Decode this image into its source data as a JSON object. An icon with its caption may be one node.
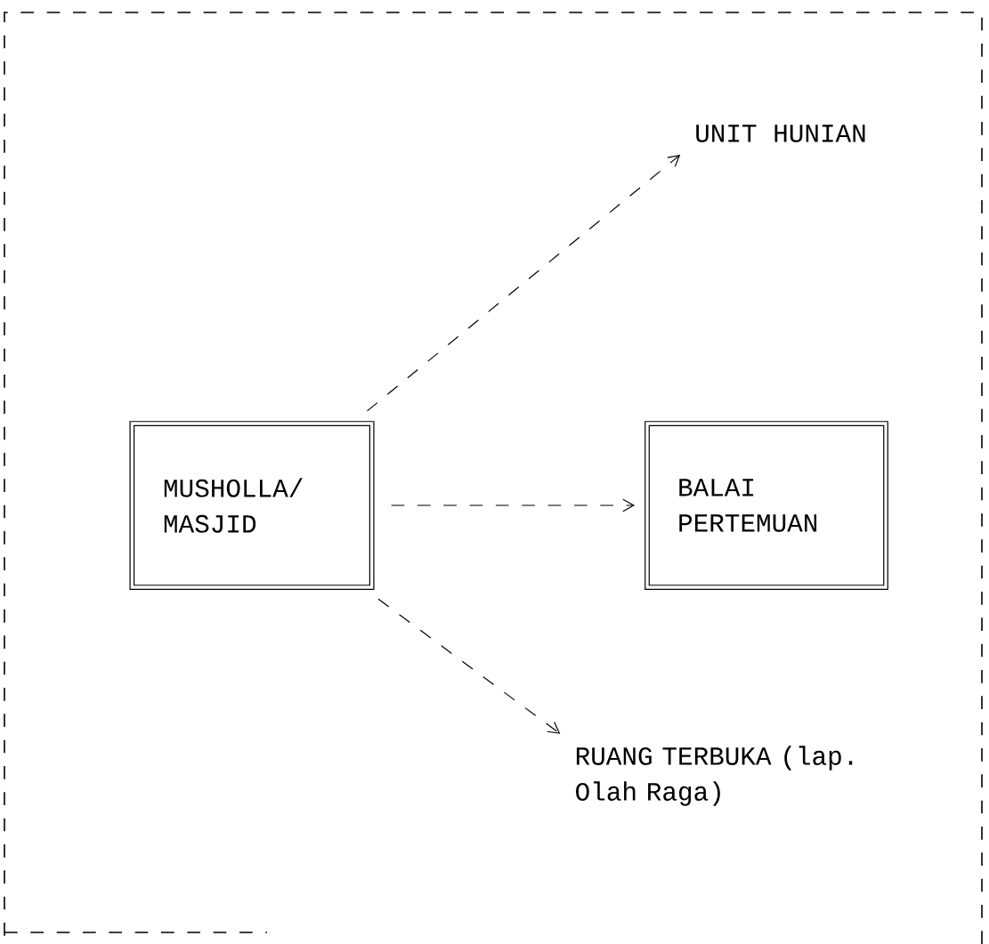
{
  "diagram": {
    "nodes": [
      {
        "text": [
          "MUSHOLLA/ MASJID"
        ]
      },
      {
        "text": [
          "UNIT HUNIAN"
        ]
      },
      {
        "text": [
          "BALAI PERTEMUAN"
        ]
      },
      {
        "text": [
          "RUANG TERBUKA (lap. Olah Raga)"
        ]
      }
    ],
    "edges": [
      {
        "from": 0,
        "to": 1,
        "arrow": "to",
        "style": "dashed"
      },
      {
        "from": 0,
        "to": 2,
        "arrow": "to",
        "style": "dashed"
      },
      {
        "from": 0,
        "to": 3,
        "arrow": "to",
        "style": "dashed"
      }
    ]
  }
}
